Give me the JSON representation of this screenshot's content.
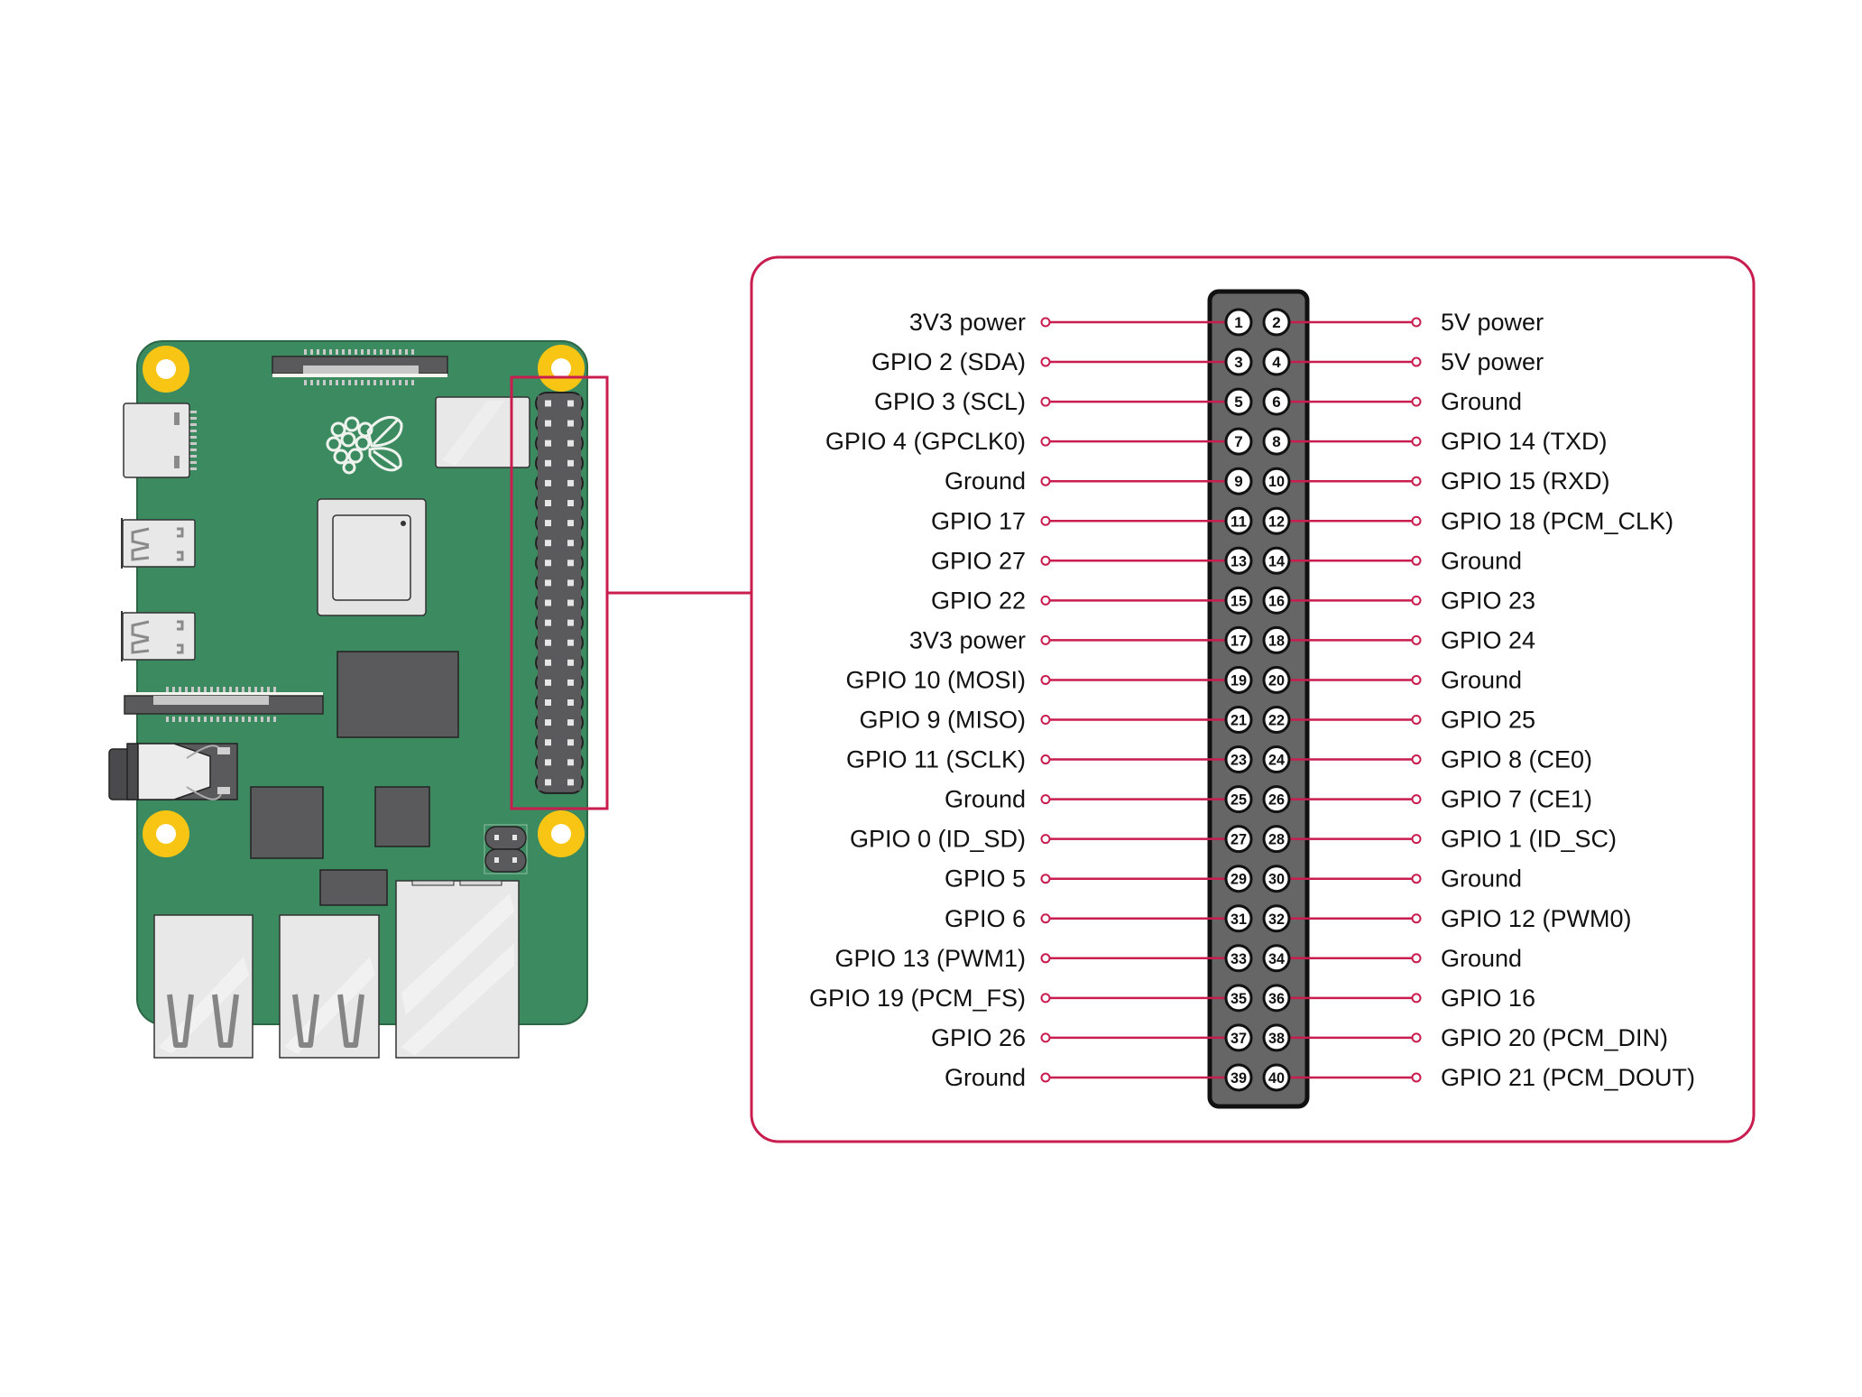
{
  "title": "Raspberry Pi GPIO header pinout",
  "colors": {
    "accent": "#c81d4f",
    "board": "#3c8a60",
    "board_edge": "#2b6645",
    "mount_ring": "#f9c514",
    "component_dark": "#5a5a5c",
    "component_light": "#e8e8e8",
    "header_body": "#666666"
  },
  "board": {
    "name": "Raspberry Pi board",
    "components": [
      "usb-c-power-port",
      "micro-hdmi-port-0",
      "micro-hdmi-port-1",
      "display-connector",
      "camera-connector",
      "audio-jack",
      "soc-chip",
      "ram-chip",
      "usb-controller-chip",
      "ethernet-controller-chip",
      "wifi-module",
      "poe-header",
      "usb-port-1",
      "usb-port-2",
      "ethernet-port",
      "gpio-header",
      "raspberry-pi-logo"
    ],
    "mounting_holes": 4,
    "header_highlighted": true
  },
  "pinout": {
    "rows": [
      {
        "left_pin": "1",
        "left_label": "3V3 power",
        "right_pin": "2",
        "right_label": "5V power"
      },
      {
        "left_pin": "3",
        "left_label": "GPIO 2 (SDA)",
        "right_pin": "4",
        "right_label": "5V power"
      },
      {
        "left_pin": "5",
        "left_label": "GPIO 3 (SCL)",
        "right_pin": "6",
        "right_label": "Ground"
      },
      {
        "left_pin": "7",
        "left_label": "GPIO 4 (GPCLK0)",
        "right_pin": "8",
        "right_label": "GPIO 14 (TXD)"
      },
      {
        "left_pin": "9",
        "left_label": "Ground",
        "right_pin": "10",
        "right_label": "GPIO 15 (RXD)"
      },
      {
        "left_pin": "11",
        "left_label": "GPIO 17",
        "right_pin": "12",
        "right_label": "GPIO 18 (PCM_CLK)"
      },
      {
        "left_pin": "13",
        "left_label": "GPIO 27",
        "right_pin": "14",
        "right_label": "Ground"
      },
      {
        "left_pin": "15",
        "left_label": "GPIO 22",
        "right_pin": "16",
        "right_label": "GPIO 23"
      },
      {
        "left_pin": "17",
        "left_label": "3V3 power",
        "right_pin": "18",
        "right_label": "GPIO 24"
      },
      {
        "left_pin": "19",
        "left_label": "GPIO 10 (MOSI)",
        "right_pin": "20",
        "right_label": "Ground"
      },
      {
        "left_pin": "21",
        "left_label": "GPIO 9 (MISO)",
        "right_pin": "22",
        "right_label": "GPIO 25"
      },
      {
        "left_pin": "23",
        "left_label": "GPIO 11 (SCLK)",
        "right_pin": "24",
        "right_label": "GPIO 8 (CE0)"
      },
      {
        "left_pin": "25",
        "left_label": "Ground",
        "right_pin": "26",
        "right_label": "GPIO 7 (CE1)"
      },
      {
        "left_pin": "27",
        "left_label": "GPIO 0 (ID_SD)",
        "right_pin": "28",
        "right_label": "GPIO 1 (ID_SC)"
      },
      {
        "left_pin": "29",
        "left_label": "GPIO 5",
        "right_pin": "30",
        "right_label": "Ground"
      },
      {
        "left_pin": "31",
        "left_label": "GPIO 6",
        "right_pin": "32",
        "right_label": "GPIO 12 (PWM0)"
      },
      {
        "left_pin": "33",
        "left_label": "GPIO 13 (PWM1)",
        "right_pin": "34",
        "right_label": "Ground"
      },
      {
        "left_pin": "35",
        "left_label": "GPIO 19 (PCM_FS)",
        "right_pin": "36",
        "right_label": "GPIO 16"
      },
      {
        "left_pin": "37",
        "left_label": "GPIO 26",
        "right_pin": "38",
        "right_label": "GPIO 20 (PCM_DIN)"
      },
      {
        "left_pin": "39",
        "left_label": "Ground",
        "right_pin": "40",
        "right_label": "GPIO 21 (PCM_DOUT)"
      }
    ]
  }
}
